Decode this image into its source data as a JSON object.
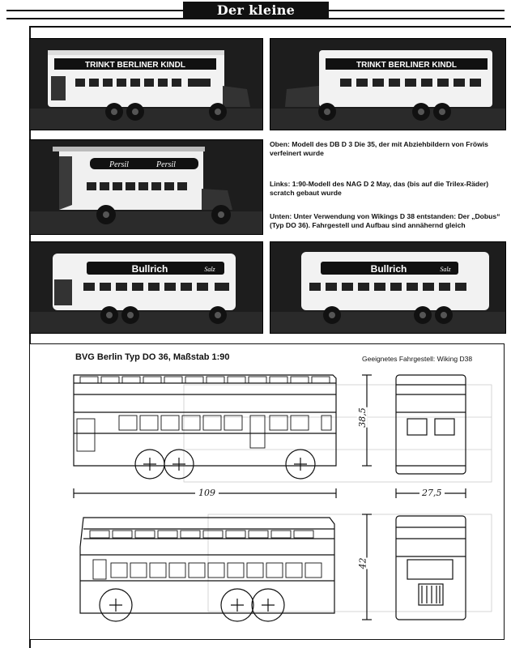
{
  "header": {
    "title": "Der kleine Maßstab"
  },
  "photos": {
    "top_left": {
      "ad_text": "TRINKT BERLINER KINDL"
    },
    "top_right": {
      "ad_text": "TRINKT BERLINER KINDL"
    },
    "middle_left": {
      "ad_text_1": "Persil",
      "ad_text_2": "Persil"
    },
    "bottom_left": {
      "ad_text": "Bullrich",
      "ad_suffix": "Salz"
    },
    "bottom_right": {
      "ad_text": "Bullrich",
      "ad_suffix": "Salz"
    }
  },
  "captions": {
    "top": "Oben: Modell des DB D 3 Die 35, der mit Abziehbildern von Fröwis verfeinert wurde",
    "left": "Links: 1:90-Modell des NAG D 2 May, das (bis auf die Trilex-Räder) scratch gebaut wurde",
    "bottom": "Unten: Unter Verwendung von Wikings D 38 entstanden: Der „Dobus“ (Typ DO 36). Fahrgestell und Aufbau sind annähernd gleich"
  },
  "drawing": {
    "title": "BVG Berlin Typ DO 36, Maßstab 1:90",
    "note": "Geeignetes Fahrgestell: Wiking D38",
    "dim_length": "109",
    "dim_height_upper": "38,5",
    "dim_width": "27,5",
    "dim_height_lower": "42"
  }
}
